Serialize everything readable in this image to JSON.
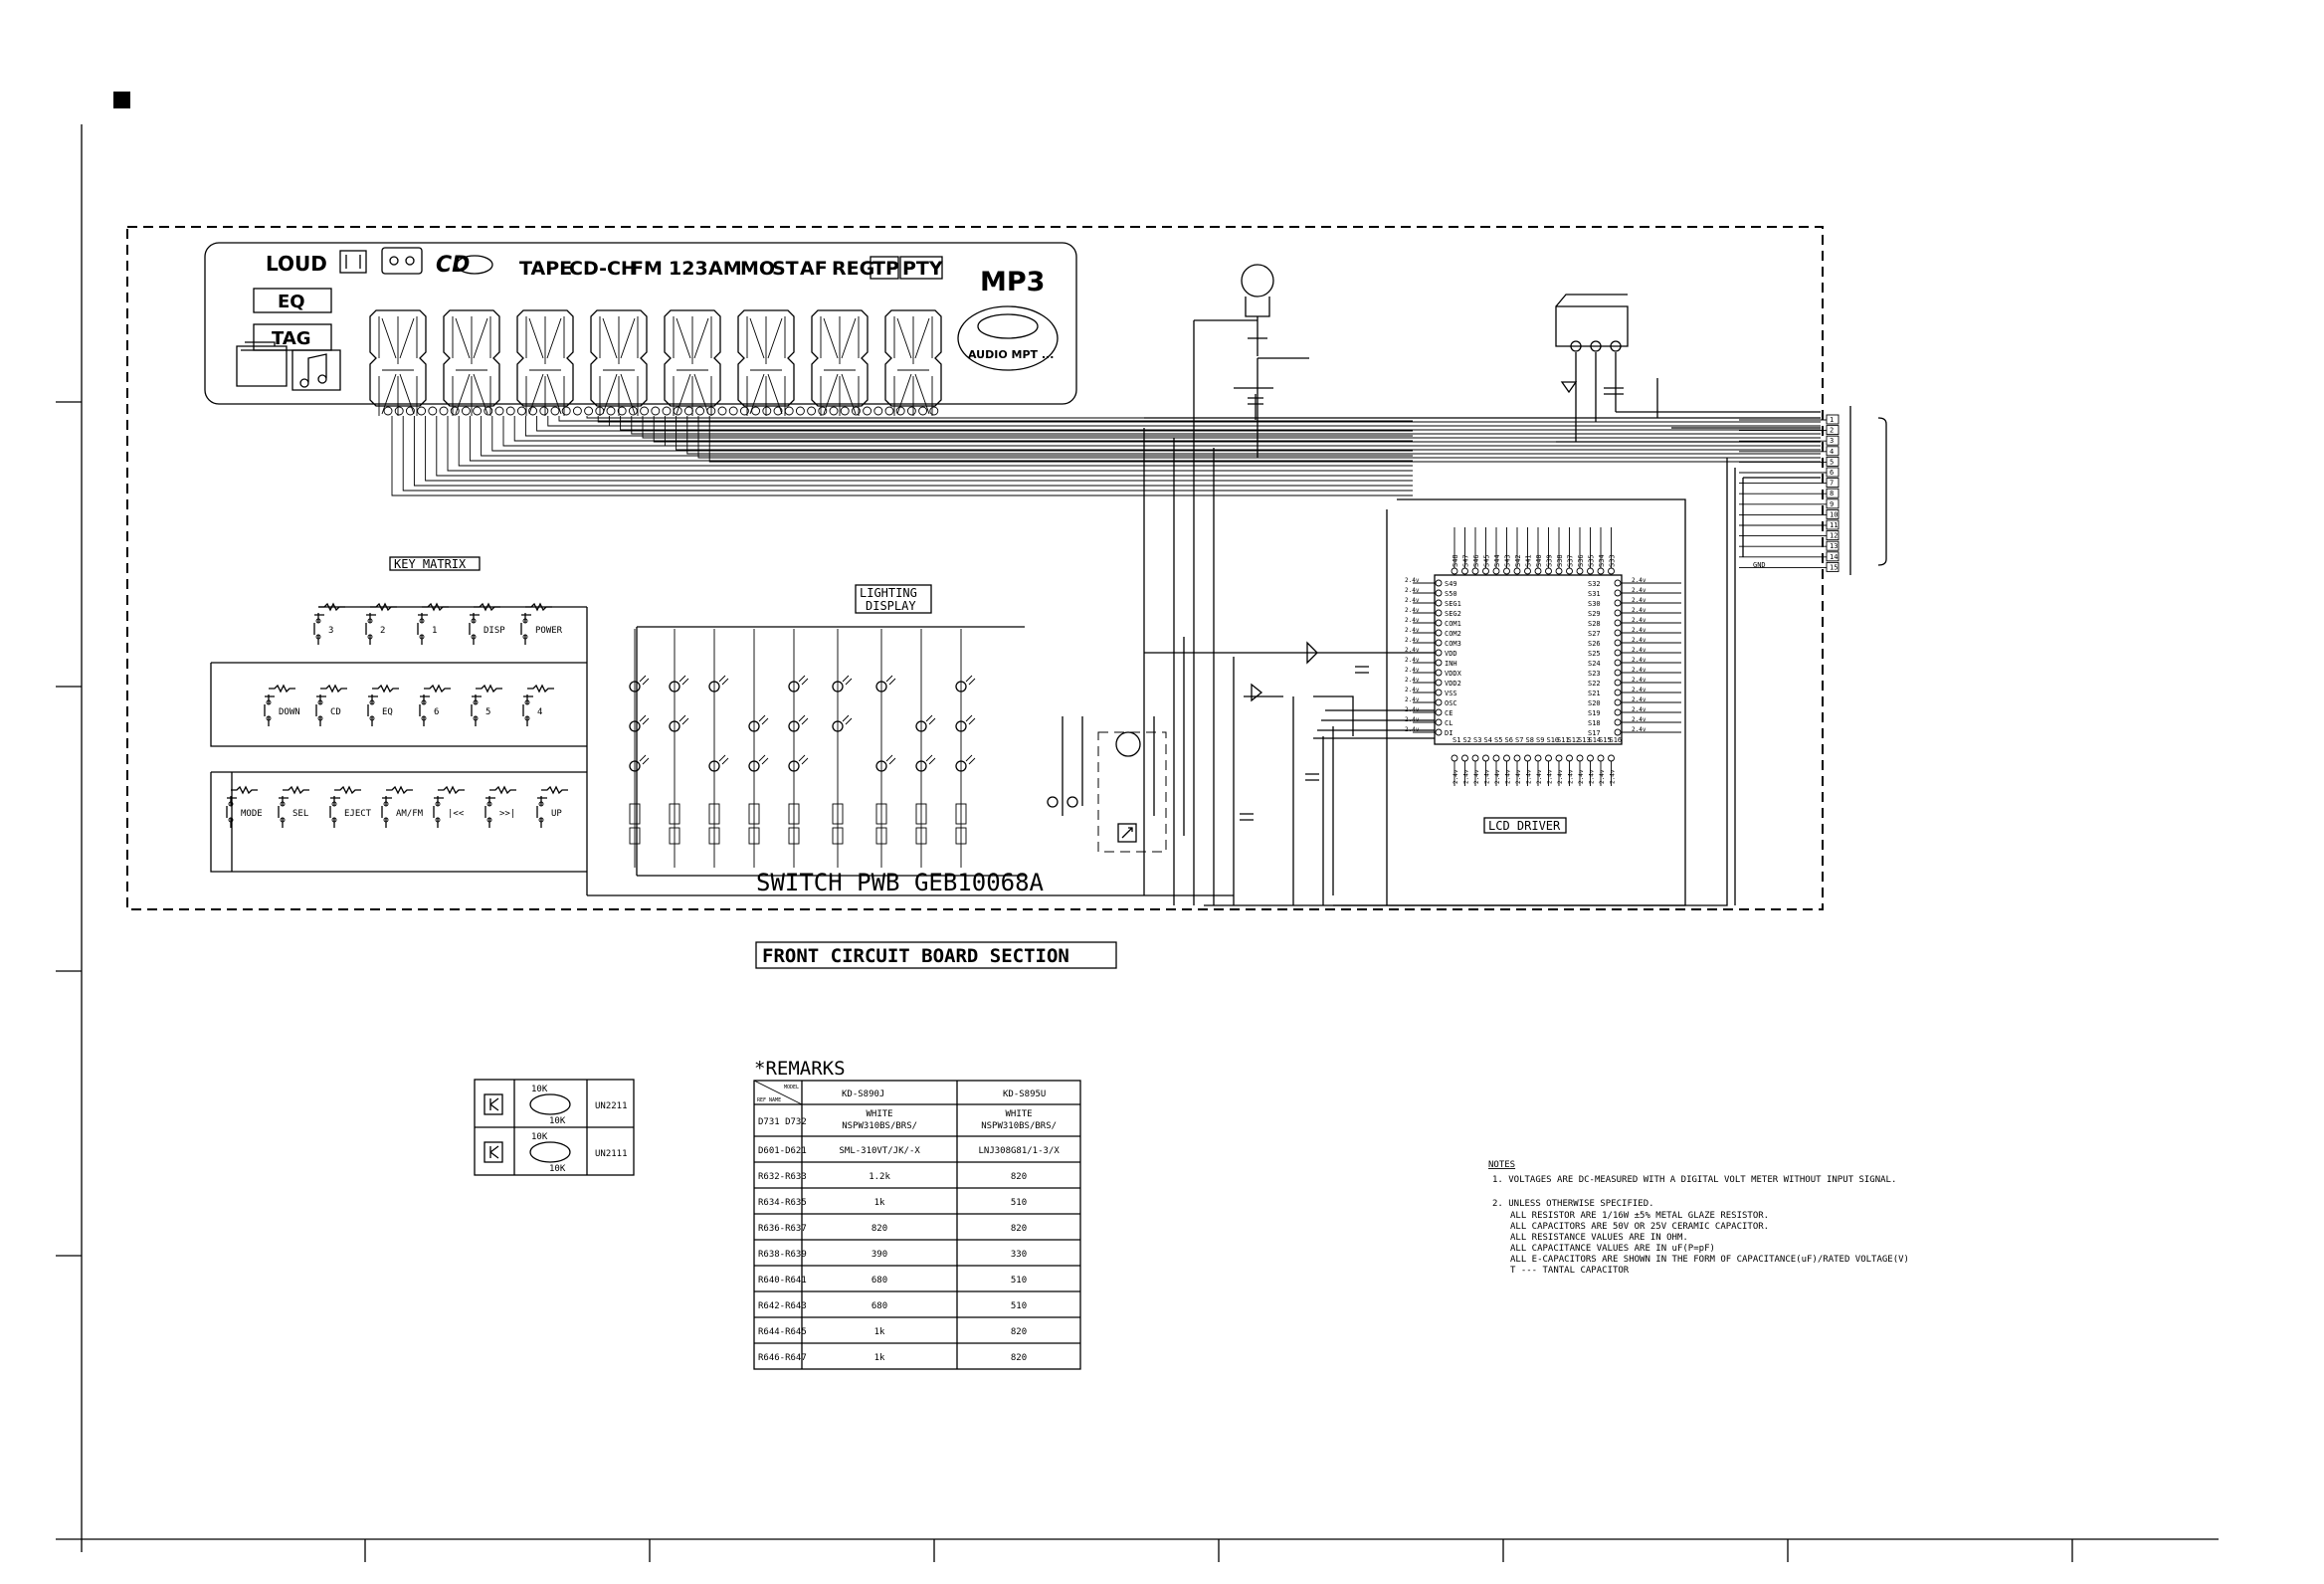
{
  "lcd": {
    "indicators": [
      "LOUD",
      "EQ",
      "TAG"
    ],
    "top_row": [
      "TAPE",
      "CD-CH",
      "FM",
      "123",
      "AM",
      "MO",
      "ST",
      "AF",
      "REG",
      "TP",
      "PTY"
    ],
    "mp3": "MP3",
    "logo_text": "CD",
    "badge_text": "AUDIO MPT ..."
  },
  "labels": {
    "key_matrix": "KEY MATRIX",
    "lighting_display": [
      "LIGHTING",
      "DISPLAY"
    ],
    "lcd_driver": "LCD DRIVER",
    "switch_pwb": "SWITCH PWB GEB10068A",
    "section_title": "FRONT CIRCUIT BOARD SECTION"
  },
  "keys": {
    "row1": [
      "3",
      "2",
      "1",
      "DISP",
      "POWER"
    ],
    "row2": [
      "DOWN",
      "CD",
      "EQ",
      "6",
      "5",
      "4"
    ],
    "row3": [
      "MODE",
      "SEL",
      "EJECT",
      "AM/FM",
      "|<<",
      ">>|",
      "UP"
    ]
  },
  "transistor_table": {
    "rows": [
      {
        "top_res": "10K",
        "bottom_res": "10K",
        "part": "UN2211"
      },
      {
        "top_res": "10K",
        "bottom_res": "10K",
        "part": "UN2111"
      }
    ]
  },
  "remarks": {
    "title": "*REMARKS",
    "corner_top": "MODEL",
    "corner_bottom": "REF NAME",
    "columns": [
      "KD-S890J",
      "KD-S895U"
    ],
    "rows": [
      {
        "ref": "D731 D732",
        "a": [
          "WHITE",
          "NSPW310BS/BRS/"
        ],
        "b": [
          "WHITE",
          "NSPW310BS/BRS/"
        ]
      },
      {
        "ref": "D601-D621",
        "a": [
          "SML-310VT/JK/-X"
        ],
        "b": [
          "LNJ308G81/1-3/X"
        ]
      },
      {
        "ref": "R632-R633",
        "a": [
          "1.2k"
        ],
        "b": [
          "820"
        ]
      },
      {
        "ref": "R634-R635",
        "a": [
          "1k"
        ],
        "b": [
          "510"
        ]
      },
      {
        "ref": "R636-R637",
        "a": [
          "820"
        ],
        "b": [
          "820"
        ]
      },
      {
        "ref": "R638-R639",
        "a": [
          "390"
        ],
        "b": [
          "330"
        ]
      },
      {
        "ref": "R640-R641",
        "a": [
          "680"
        ],
        "b": [
          "510"
        ]
      },
      {
        "ref": "R642-R643",
        "a": [
          "680"
        ],
        "b": [
          "510"
        ]
      },
      {
        "ref": "R644-R645",
        "a": [
          "1k"
        ],
        "b": [
          "820"
        ]
      },
      {
        "ref": "R646-R647",
        "a": [
          "1k"
        ],
        "b": [
          "820"
        ]
      }
    ]
  },
  "notes": {
    "title": "NOTES",
    "lines": [
      "1. VOLTAGES ARE DC-MEASURED WITH A DIGITAL VOLT METER WITHOUT INPUT SIGNAL.",
      "2. UNLESS OTHERWISE SPECIFIED.",
      "ALL RESISTOR ARE 1/16W ±5% METAL GLAZE RESISTOR.",
      "ALL CAPACITORS ARE 50V OR 25V CERAMIC CAPACITOR.",
      "ALL RESISTANCE VALUES ARE IN OHM.",
      "ALL CAPACITANCE VALUES ARE IN uF(P=pF)",
      "ALL E-CAPACITORS ARE SHOWN IN THE FORM OF CAPACITANCE(uF)/RATED VOLTAGE(V)",
      "T --- TANTAL CAPACITOR"
    ]
  },
  "ic": {
    "left_pins": [
      "S49",
      "S50",
      "SEG1",
      "SEG2",
      "COM1",
      "COM2",
      "COM3",
      "VDD",
      "INH",
      "VDDX",
      "VDD2",
      "VSS",
      "OSC",
      "CE",
      "CL",
      "DI"
    ],
    "right_pins": [
      "S32",
      "S31",
      "S30",
      "S29",
      "S28",
      "S27",
      "S26",
      "S25",
      "S24",
      "S23",
      "S22",
      "S21",
      "S20",
      "S19",
      "S18",
      "S17"
    ],
    "top_pins": [
      "S48",
      "S47",
      "S46",
      "S45",
      "S44",
      "S43",
      "S42",
      "S41",
      "S40",
      "S39",
      "S38",
      "S37",
      "S36",
      "S35",
      "S34",
      "S33"
    ],
    "bottom_pins": [
      "S1",
      "S2",
      "S3",
      "S4",
      "S5",
      "S6",
      "S7",
      "S8",
      "S9",
      "S10",
      "S11",
      "S12",
      "S13",
      "S14",
      "S15",
      "S16"
    ],
    "pin_voltage": "2.4v"
  },
  "connector": {
    "pins": [
      "1",
      "2",
      "3",
      "4",
      "5",
      "6",
      "7",
      "8",
      "9",
      "10",
      "11",
      "12",
      "13",
      "14",
      "15"
    ],
    "gnd_label": "GND"
  }
}
